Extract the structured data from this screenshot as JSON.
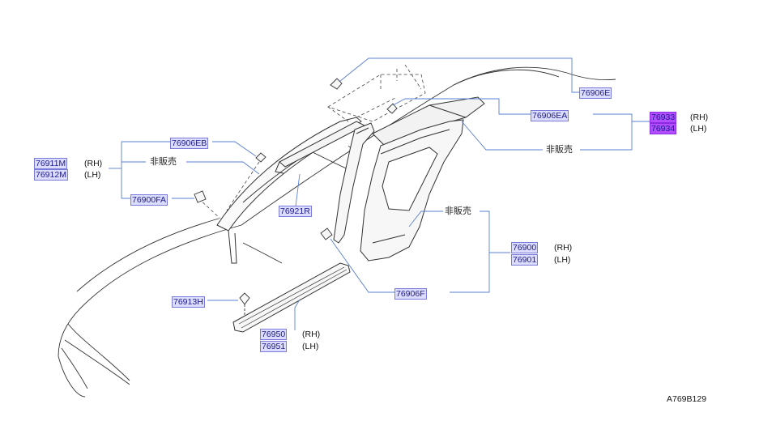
{
  "parts": {
    "p76906E": "76906E",
    "p76906EA": "76906EA",
    "p76933": "76933",
    "p76934": "76934",
    "p76906EB": "76906EB",
    "p76911M": "76911M",
    "p76912M": "76912M",
    "p76900FA": "76900FA",
    "p76921R": "76921R",
    "p76900": "76900",
    "p76901": "76901",
    "p76906F": "76906F",
    "p76913H": "76913H",
    "p76950": "76950",
    "p76951": "76951"
  },
  "sides": {
    "rh": "(RH)",
    "lh": "(LH)"
  },
  "not_for_sale": "非販売",
  "diagram_code": "A769B129",
  "colors": {
    "link": "#1a1a8c",
    "link_bg": "#dcdcff",
    "highlight": "#b44cff",
    "leader": "#5a7fd0",
    "drawing": "#333333"
  }
}
